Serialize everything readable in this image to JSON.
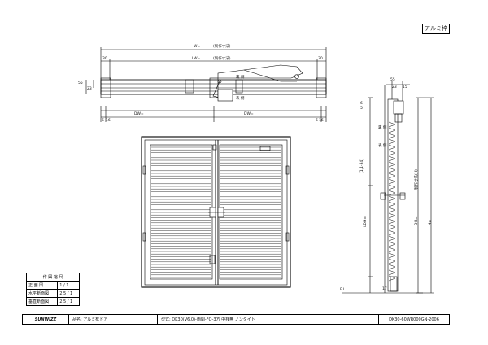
{
  "badge": "アルミ枠",
  "plan": {
    "w_label": "W=",
    "w_note": "(製作寸法)",
    "lw_label": "LW=",
    "lw_note": "(製作寸法)",
    "left_30": "30",
    "right_30": "30",
    "dim_55": "55",
    "dim_23": "23",
    "ura": "裏 側",
    "omote": "表 側",
    "dw_left": "DW=",
    "dw_right": "DW=",
    "bl_left": "6",
    "bl_mid": "16",
    "br_left": "6",
    "br_mid": "16"
  },
  "section": {
    "top_55": "55",
    "top_23": "23",
    "top_15": "15",
    "left_ura": "裏 側",
    "left_omote": "表 側",
    "mid_dim": "(1,1-34)",
    "ldh": "LDH=",
    "outer_h": "製作寸法(H)",
    "h": "H=",
    "dh": "DH=",
    "fl": "F L",
    "fl_17": "17",
    "side_6": "6",
    "side_5": "5"
  },
  "scale_table": {
    "header": "作 図 縮 尺",
    "rows": [
      [
        "正 面 図",
        "1 / 1"
      ],
      [
        "水平断面図",
        "2.5 / 1"
      ],
      [
        "垂直断面図",
        "2.5 / 1"
      ]
    ]
  },
  "title_block": {
    "brand": "SUNWIZZ",
    "product_label": "品名: アルミ框ドア",
    "model": "型式: DK30(V6.0)-両開-FO-3方 中桟無 ノンタイト",
    "code": "DK30-60WR000GN-2006"
  }
}
